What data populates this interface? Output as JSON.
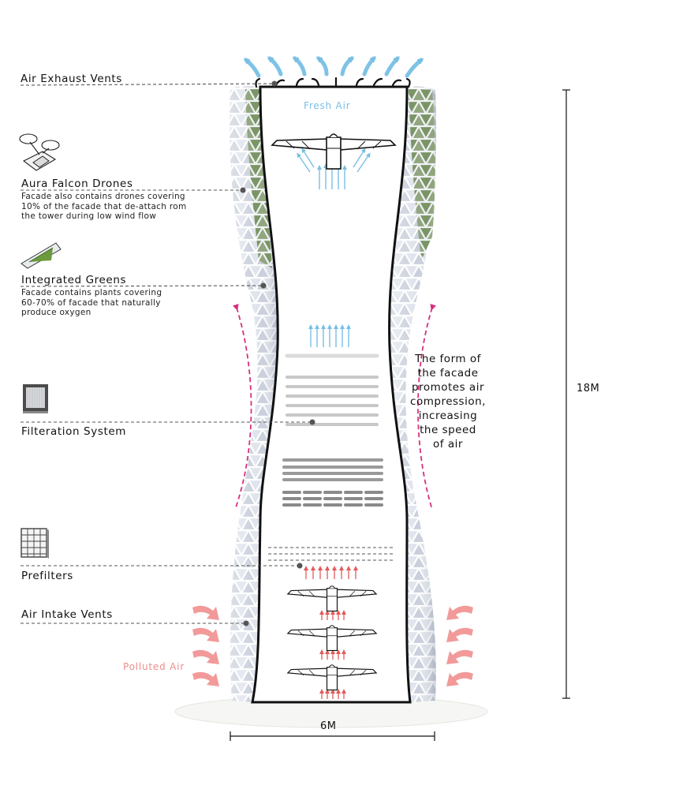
{
  "components": [
    {
      "title": "Air Exhaust Vents",
      "description": ""
    },
    {
      "title": "Aura Falcon Drones",
      "description": "Facade also contains drones covering\n10% of the facade that de-attach rom\nthe tower during low wind flow"
    },
    {
      "title": "Integrated Greens",
      "description": "Facade contains plants covering\n60-70% of facade that naturally\nproduce oxygen"
    },
    {
      "title": "Filteration System",
      "description": ""
    },
    {
      "title": "Prefilters",
      "description": ""
    },
    {
      "title": "Air Intake Vents",
      "description": ""
    }
  ],
  "flow_labels": {
    "fresh_air": "Fresh Air",
    "polluted_air": "Polluted Air"
  },
  "annotation": "The form of\nthe facade\npromotes air\ncompression,\nincreasing\nthe speed\nof air",
  "dimensions": {
    "height": "18M",
    "width": "6M"
  },
  "icons": [
    "drone-icon",
    "greens-panel-icon",
    "filter-block-icon",
    "prefilter-grid-icon",
    "fan-rotor-icon"
  ],
  "colors": {
    "fresh_air": "#79bfe3",
    "polluted_air": "#f29191",
    "compression_arrow": "#d6307f",
    "leader_line": "#555555",
    "greens": "#5f8f3a",
    "facade": "#e8ebf1"
  }
}
